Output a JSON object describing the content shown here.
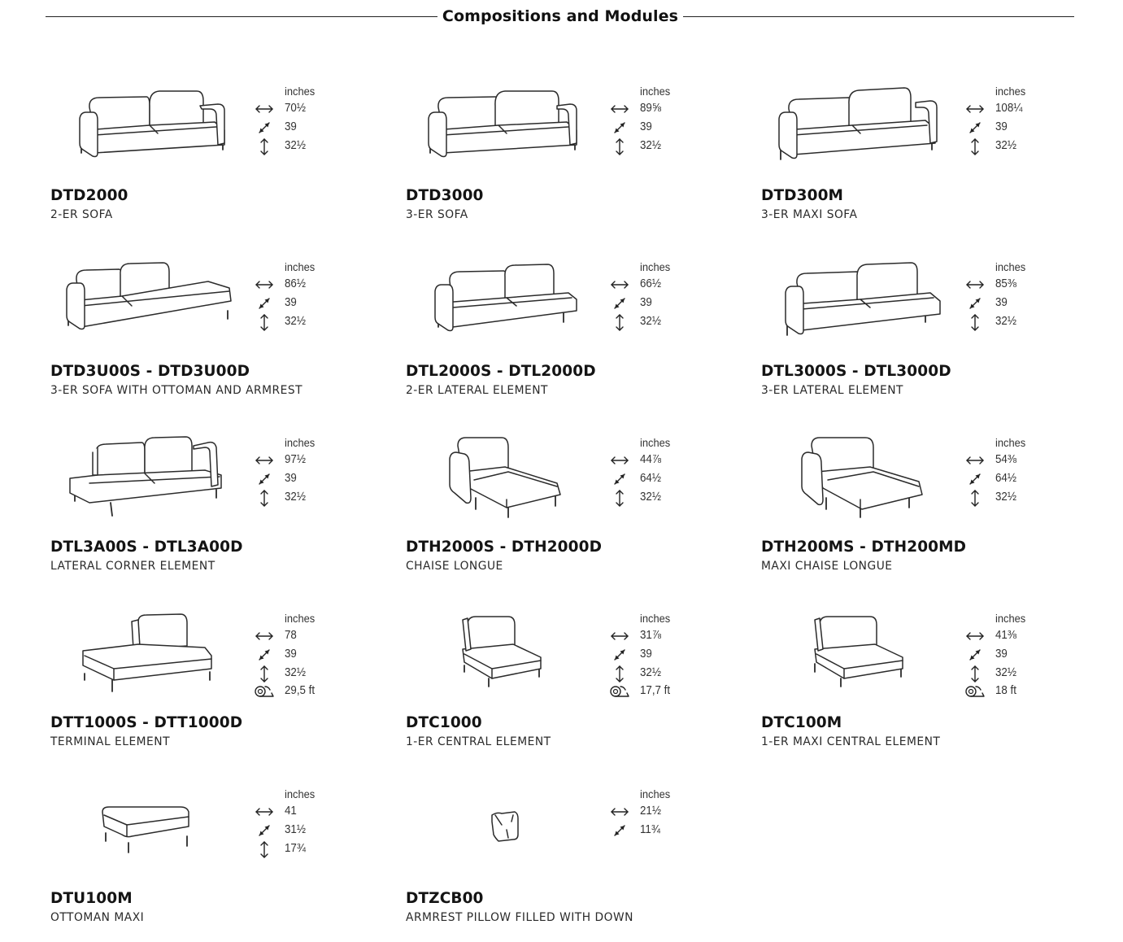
{
  "header": {
    "title": "Compositions and Modules"
  },
  "unit_label": "inches",
  "items": [
    {
      "code": "DTD2000",
      "desc": "2-ER SOFA",
      "width": "70½",
      "depth": "39",
      "height": "32½"
    },
    {
      "code": "DTD3000",
      "desc": "3-ER SOFA",
      "width": "89⅝",
      "depth": "39",
      "height": "32½"
    },
    {
      "code": "DTD300M",
      "desc": "3-ER MAXI SOFA",
      "width": "108¼",
      "depth": "39",
      "height": "32½"
    },
    {
      "code": "DTD3U00S - DTD3U00D",
      "desc": "3-ER SOFA WITH OTTOMAN AND ARMREST",
      "width": "86½",
      "depth": "39",
      "height": "32½"
    },
    {
      "code": "DTL2000S - DTL2000D",
      "desc": "2-ER LATERAL ELEMENT",
      "width": "66½",
      "depth": "39",
      "height": "32½"
    },
    {
      "code": "DTL3000S - DTL3000D",
      "desc": "3-ER LATERAL ELEMENT",
      "width": "85⅜",
      "depth": "39",
      "height": "32½"
    },
    {
      "code": "DTL3A00S - DTL3A00D",
      "desc": "LATERAL CORNER ELEMENT",
      "width": "97½",
      "depth": "39",
      "height": "32½"
    },
    {
      "code": "DTH2000S - DTH2000D",
      "desc": "CHAISE LONGUE",
      "width": "44⅞",
      "depth": "64½",
      "height": "32½"
    },
    {
      "code": "DTH200MS - DTH200MD",
      "desc": "MAXI CHAISE LONGUE",
      "width": "54⅜",
      "depth": "64½",
      "height": "32½"
    },
    {
      "code": "DTT1000S - DTT1000D",
      "desc": "TERMINAL ELEMENT",
      "width": "78",
      "depth": "39",
      "height": "32½",
      "fabric": "29,5 ft"
    },
    {
      "code": "DTC1000",
      "desc": "1-ER CENTRAL ELEMENT",
      "width": "31⅞",
      "depth": "39",
      "height": "32½",
      "fabric": "17,7 ft"
    },
    {
      "code": "DTC100M",
      "desc": "1-ER MAXI CENTRAL ELEMENT",
      "width": "41⅜",
      "depth": "39",
      "height": "32½",
      "fabric": "18 ft"
    },
    {
      "code": "DTU100M",
      "desc": "OTTOMAN MAXI",
      "width": "41",
      "depth": "31½",
      "height": "17¾"
    },
    {
      "code": "DTZCB00",
      "desc": "ARMREST PILLOW FILLED WITH DOWN",
      "width": "21½",
      "depth": "11¾"
    }
  ]
}
